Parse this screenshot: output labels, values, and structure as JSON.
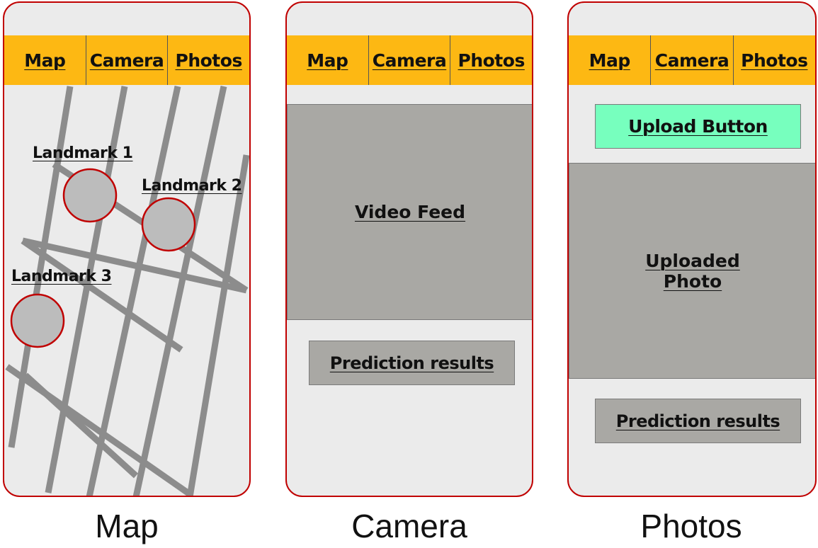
{
  "nav_tabs": [
    "Map",
    "Camera",
    "Photos"
  ],
  "map_screen": {
    "landmarks": [
      "Landmark 1",
      "Landmark 2",
      "Landmark 3"
    ]
  },
  "camera_screen": {
    "video_feed": "Video Feed",
    "prediction": "Prediction results"
  },
  "photos_screen": {
    "upload_button": "Upload Button",
    "uploaded_photo_line1": "Uploaded",
    "uploaded_photo_line2": "Photo",
    "prediction": "Prediction results"
  },
  "captions": [
    "Map",
    "Camera",
    "Photos"
  ],
  "colors": {
    "frame_border": "#c00000",
    "nav_bar": "#fdb813",
    "screen_bg": "#ebebeb",
    "placeholder_box": "#a9a8a4",
    "upload_button": "#77ffbe",
    "road": "#8c8c8c",
    "landmark_fill": "#bcbcbc"
  }
}
